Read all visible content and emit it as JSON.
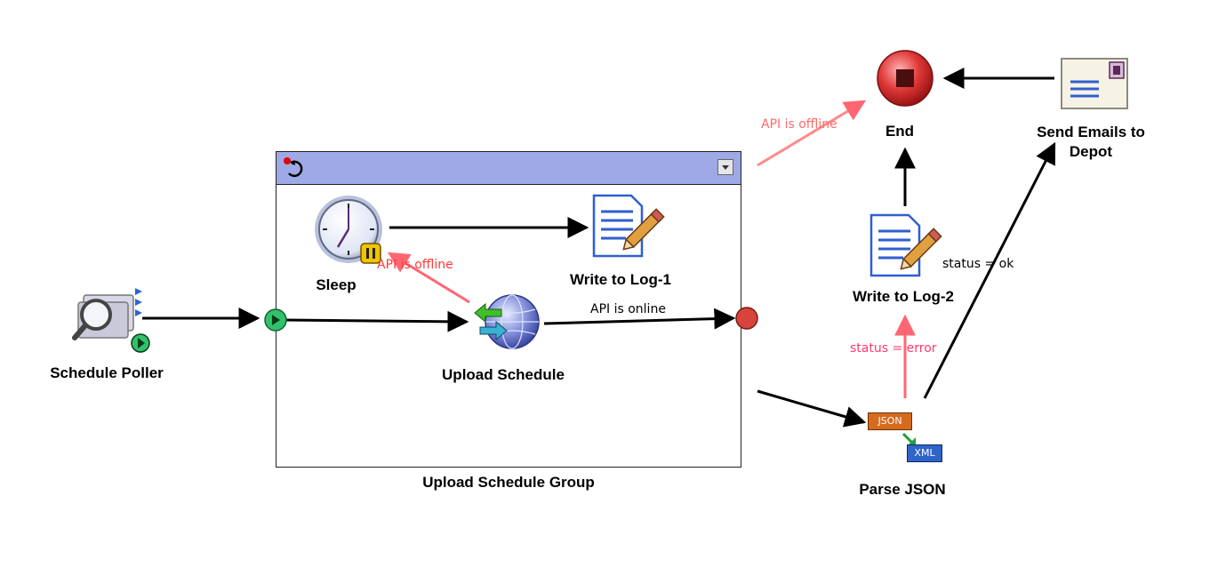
{
  "nodes": {
    "schedule_poller": "Schedule Poller",
    "upload_schedule": "Upload Schedule",
    "sleep": "Sleep",
    "write_log_1": "Write to Log-1",
    "end": "End",
    "send_emails": "Send Emails to\nDepot",
    "write_log_2": "Write to Log-2",
    "parse_json": "Parse JSON"
  },
  "group": {
    "label": "Upload Schedule Group"
  },
  "edge_labels": {
    "api_offline_1": "API is offline",
    "api_online": "API is online",
    "api_offline_2": "API is offline",
    "status_ok": "status = ok",
    "status_error": "status = error"
  },
  "badges": {
    "json": "JSON",
    "xml": "XML"
  },
  "colors": {
    "edge_normal": "#000000",
    "edge_error": "#ff6673",
    "group_header": "#9fa9e6",
    "start_port": "#2fc26a",
    "end_port": "#d6443c",
    "end_node": "#e23b3b"
  }
}
